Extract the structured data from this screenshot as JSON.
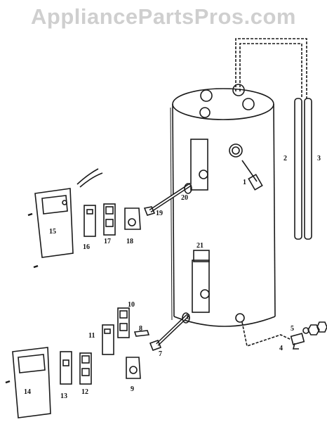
{
  "watermark": "AppliancePartsPros.com",
  "part_labels": {
    "p1": "1",
    "p2": "2",
    "p3": "3",
    "p4": "4",
    "p5": "5",
    "p6": "6",
    "p7": "7",
    "p8": "8",
    "p9": "9",
    "p10": "10",
    "p11": "11",
    "p12": "12",
    "p13": "13",
    "p14": "14",
    "p15": "15",
    "p16": "16",
    "p17": "17",
    "p18": "18",
    "p19": "19",
    "p20": "20",
    "p21": "21"
  },
  "colors": {
    "ink": "#1a1a1a",
    "watermark": "#cfcfcf",
    "background": "#ffffff"
  }
}
